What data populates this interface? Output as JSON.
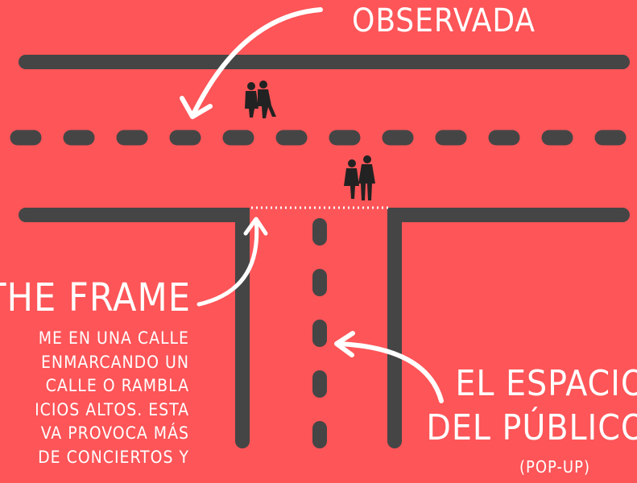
{
  "colors": {
    "background": "#fd5558",
    "road": "#454545",
    "text": "#ffffff",
    "people": "#222222"
  },
  "labels": {
    "observada": "OBSERVADA",
    "the_frame": "THE FRAME",
    "paragraph": [
      "ME EN UNA CALLE",
      "ENMARCANDO UN",
      "CALLE O RAMBLA",
      "ICIOS ALTOS. ESTA",
      "VA PROVOCA MÁS",
      "DE CONCIERTOS Y"
    ],
    "espacio_line1": "EL ESPACIO",
    "espacio_line2": "DEL PÚBLICO",
    "popup": "(POP-UP)"
  },
  "icons": [
    "curved-arrow-icon",
    "people-silhouette-icon"
  ]
}
